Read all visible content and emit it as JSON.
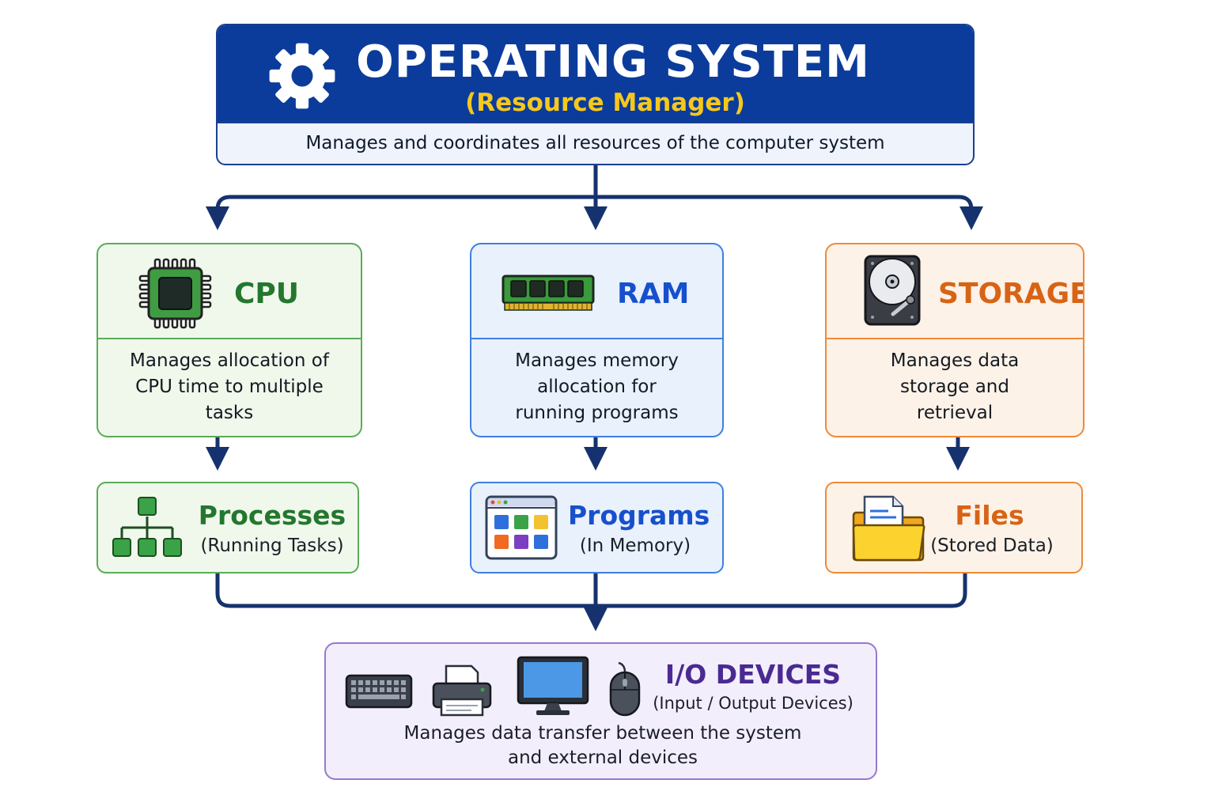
{
  "header": {
    "title": "OPERATING SYSTEM",
    "subtitle": "(Resource Manager)",
    "description": "Manages and coordinates all resources of the computer system"
  },
  "resources": [
    {
      "title": "CPU",
      "description": "Manages allocation of CPU time to multiple tasks"
    },
    {
      "title": "RAM",
      "description": "Manages memory allocation for running programs"
    },
    {
      "title": "STORAGE",
      "description": "Manages data storage and retrieval"
    }
  ],
  "managed": [
    {
      "title": "Processes",
      "subtitle": "(Running Tasks)"
    },
    {
      "title": "Programs",
      "subtitle": "(In Memory)"
    },
    {
      "title": "Files",
      "subtitle": "(Stored Data)"
    }
  ],
  "io": {
    "title": "I/O DEVICES",
    "subtitle": "(Input / Output Devices)",
    "description": "Manages data transfer between the system and external devices"
  },
  "icons": {
    "header": "gear-icon",
    "cpu": "cpu-chip-icon",
    "ram": "ram-module-icon",
    "storage": "hard-disk-icon",
    "processes": "process-tree-icon",
    "programs": "application-window-icon",
    "files": "folder-file-icon",
    "io": [
      "keyboard-icon",
      "printer-icon",
      "monitor-icon",
      "mouse-icon"
    ]
  },
  "colors": {
    "primary": "#0b3c9c",
    "accent": "#f6c81d",
    "cpu": "#23772e",
    "ram": "#1750cc",
    "storage": "#d76415",
    "io": "#4a2a92",
    "connector": "#16326e"
  }
}
